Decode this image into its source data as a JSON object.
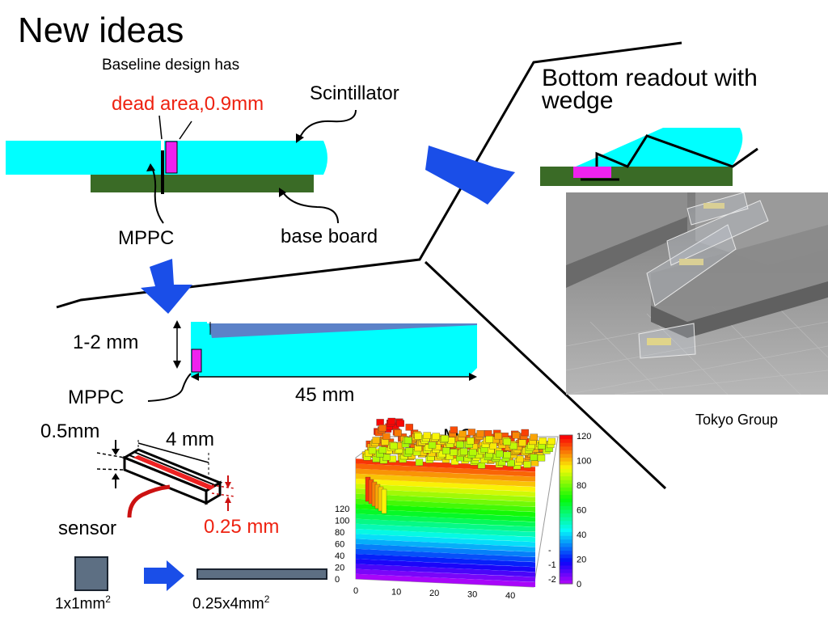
{
  "title": "New ideas",
  "baseline": {
    "intro": "Baseline design has",
    "dead_area": "dead area,0.9mm",
    "scintillator": "Scintillator",
    "mppc": "MPPC",
    "base_board": "base board"
  },
  "bottom_readout": {
    "line1": "Bottom readout with",
    "line2": "wedge",
    "credit": "Tokyo Group"
  },
  "wedge_design": {
    "thickness": "1-2 mm",
    "length": "45 mm",
    "mppc": "MPPC"
  },
  "sensor_detail": {
    "dim_thick": "0.5mm",
    "dim_len": "4 mm",
    "dim_width": "0.25 mm",
    "sensor": "sensor",
    "size_old_prefix": "1x1mm",
    "size_old_sup": "2",
    "size_new_prefix": "0.25x4mm",
    "size_new_sup": "2"
  },
  "mc_plot": {
    "label": "MC",
    "z_ticks": [
      "120",
      "100",
      "80",
      "60",
      "40",
      "20",
      "0"
    ],
    "x_ticks": [
      "0",
      "10",
      "20",
      "30",
      "40"
    ],
    "colorbar_ticks": [
      "120",
      "100",
      "80",
      "60",
      "40",
      "20",
      "0"
    ],
    "right_ticks": [
      "-",
      "-1",
      "-2"
    ]
  },
  "colors": {
    "scintillator": "#00ffff",
    "base_board": "#3a6b26",
    "mppc": "#ee22ee",
    "arrow": "#1a4ee8",
    "red_text": "#ee2211"
  }
}
